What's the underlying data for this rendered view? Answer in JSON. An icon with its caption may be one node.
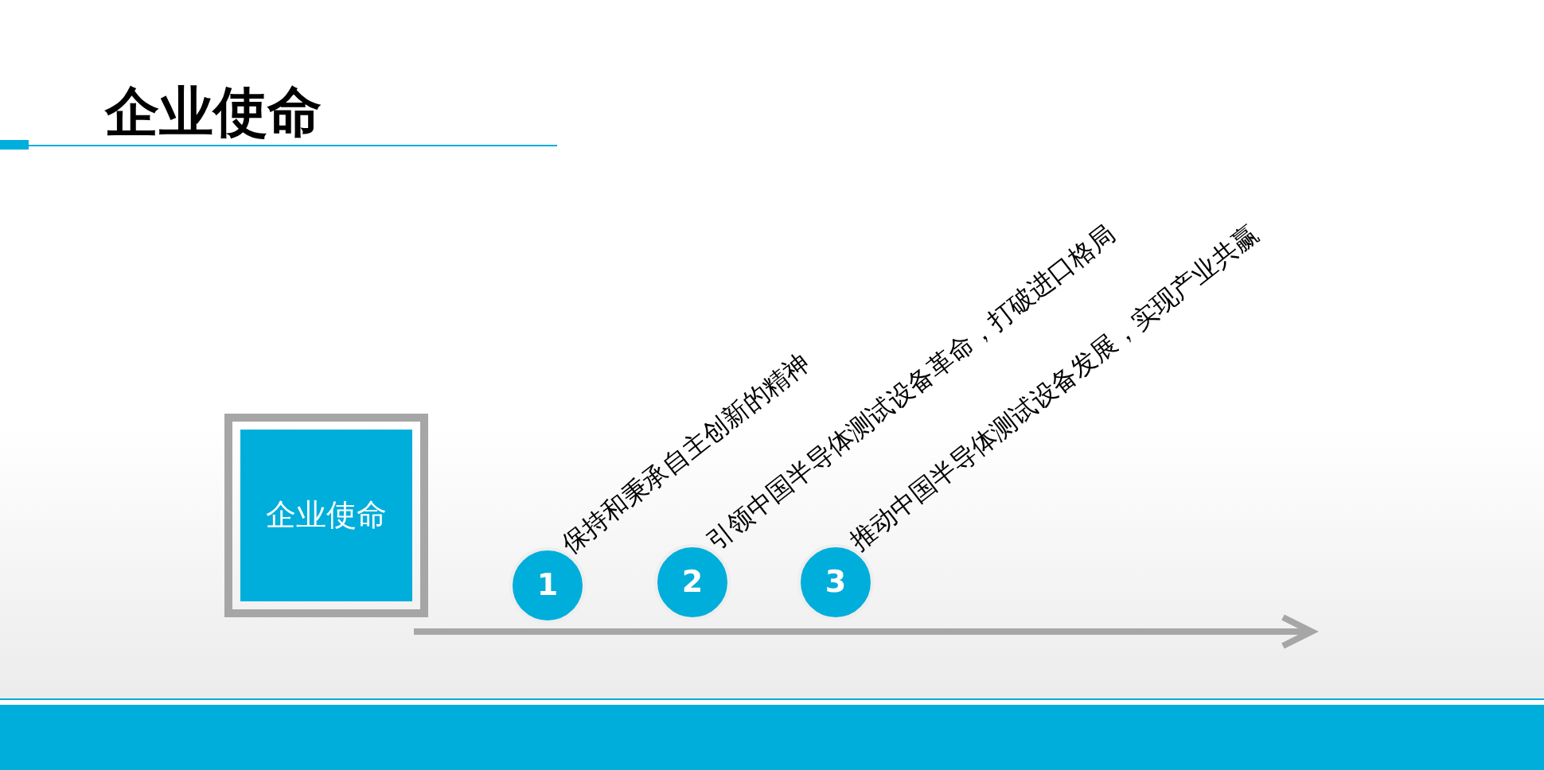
{
  "diagram": {
    "title": "企业使命",
    "nodes": [
      {
        "text": [
          "企业使命"
        ]
      },
      {
        "text": [
          "1"
        ],
        "beside": [
          "保持和秉承自主创新的精神"
        ]
      },
      {
        "text": [
          "2"
        ],
        "beside": [
          "引领中国半导体测试设备革命，打破进口格局"
        ]
      },
      {
        "text": [
          "3"
        ],
        "beside": [
          "推动中国半导体测试设备发展，实现产业共赢"
        ]
      }
    ]
  }
}
